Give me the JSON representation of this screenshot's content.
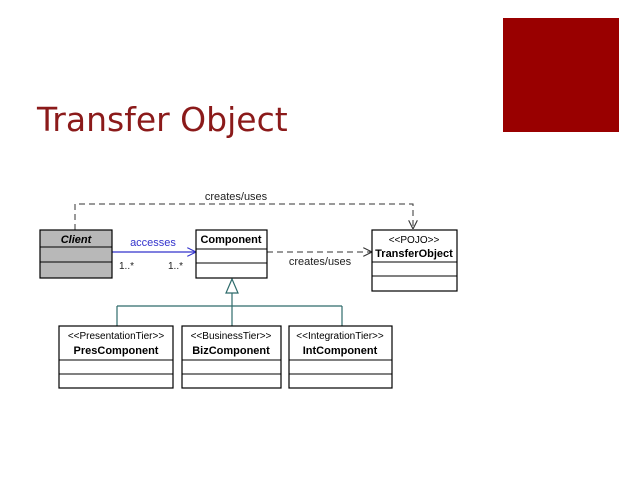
{
  "slide": {
    "title": "Transfer Object",
    "title_color": "#8b1a1a",
    "accent_color": "#990000"
  },
  "diagram": {
    "classes": {
      "client": {
        "name": "Client",
        "fill": "#b8b8b8"
      },
      "component": {
        "name": "Component"
      },
      "transfer_object": {
        "stereotype": "<<POJO>>",
        "name": "TransferObject"
      },
      "pres_component": {
        "stereotype": "<<PresentationTier>>",
        "name": "PresComponent"
      },
      "biz_component": {
        "stereotype": "<<BusinessTier>>",
        "name": "BizComponent"
      },
      "int_component": {
        "stereotype": "<<IntegrationTier>>",
        "name": "IntComponent"
      }
    },
    "relations": {
      "top_dependency": "creates/uses",
      "accesses": "accesses",
      "accesses_source_mult": "1..*",
      "accesses_target_mult": "1..*",
      "component_dependency": "creates/uses"
    },
    "colors": {
      "association": "#3333cc",
      "generalization": "#2e6b6b",
      "dependency": "#333333"
    }
  }
}
